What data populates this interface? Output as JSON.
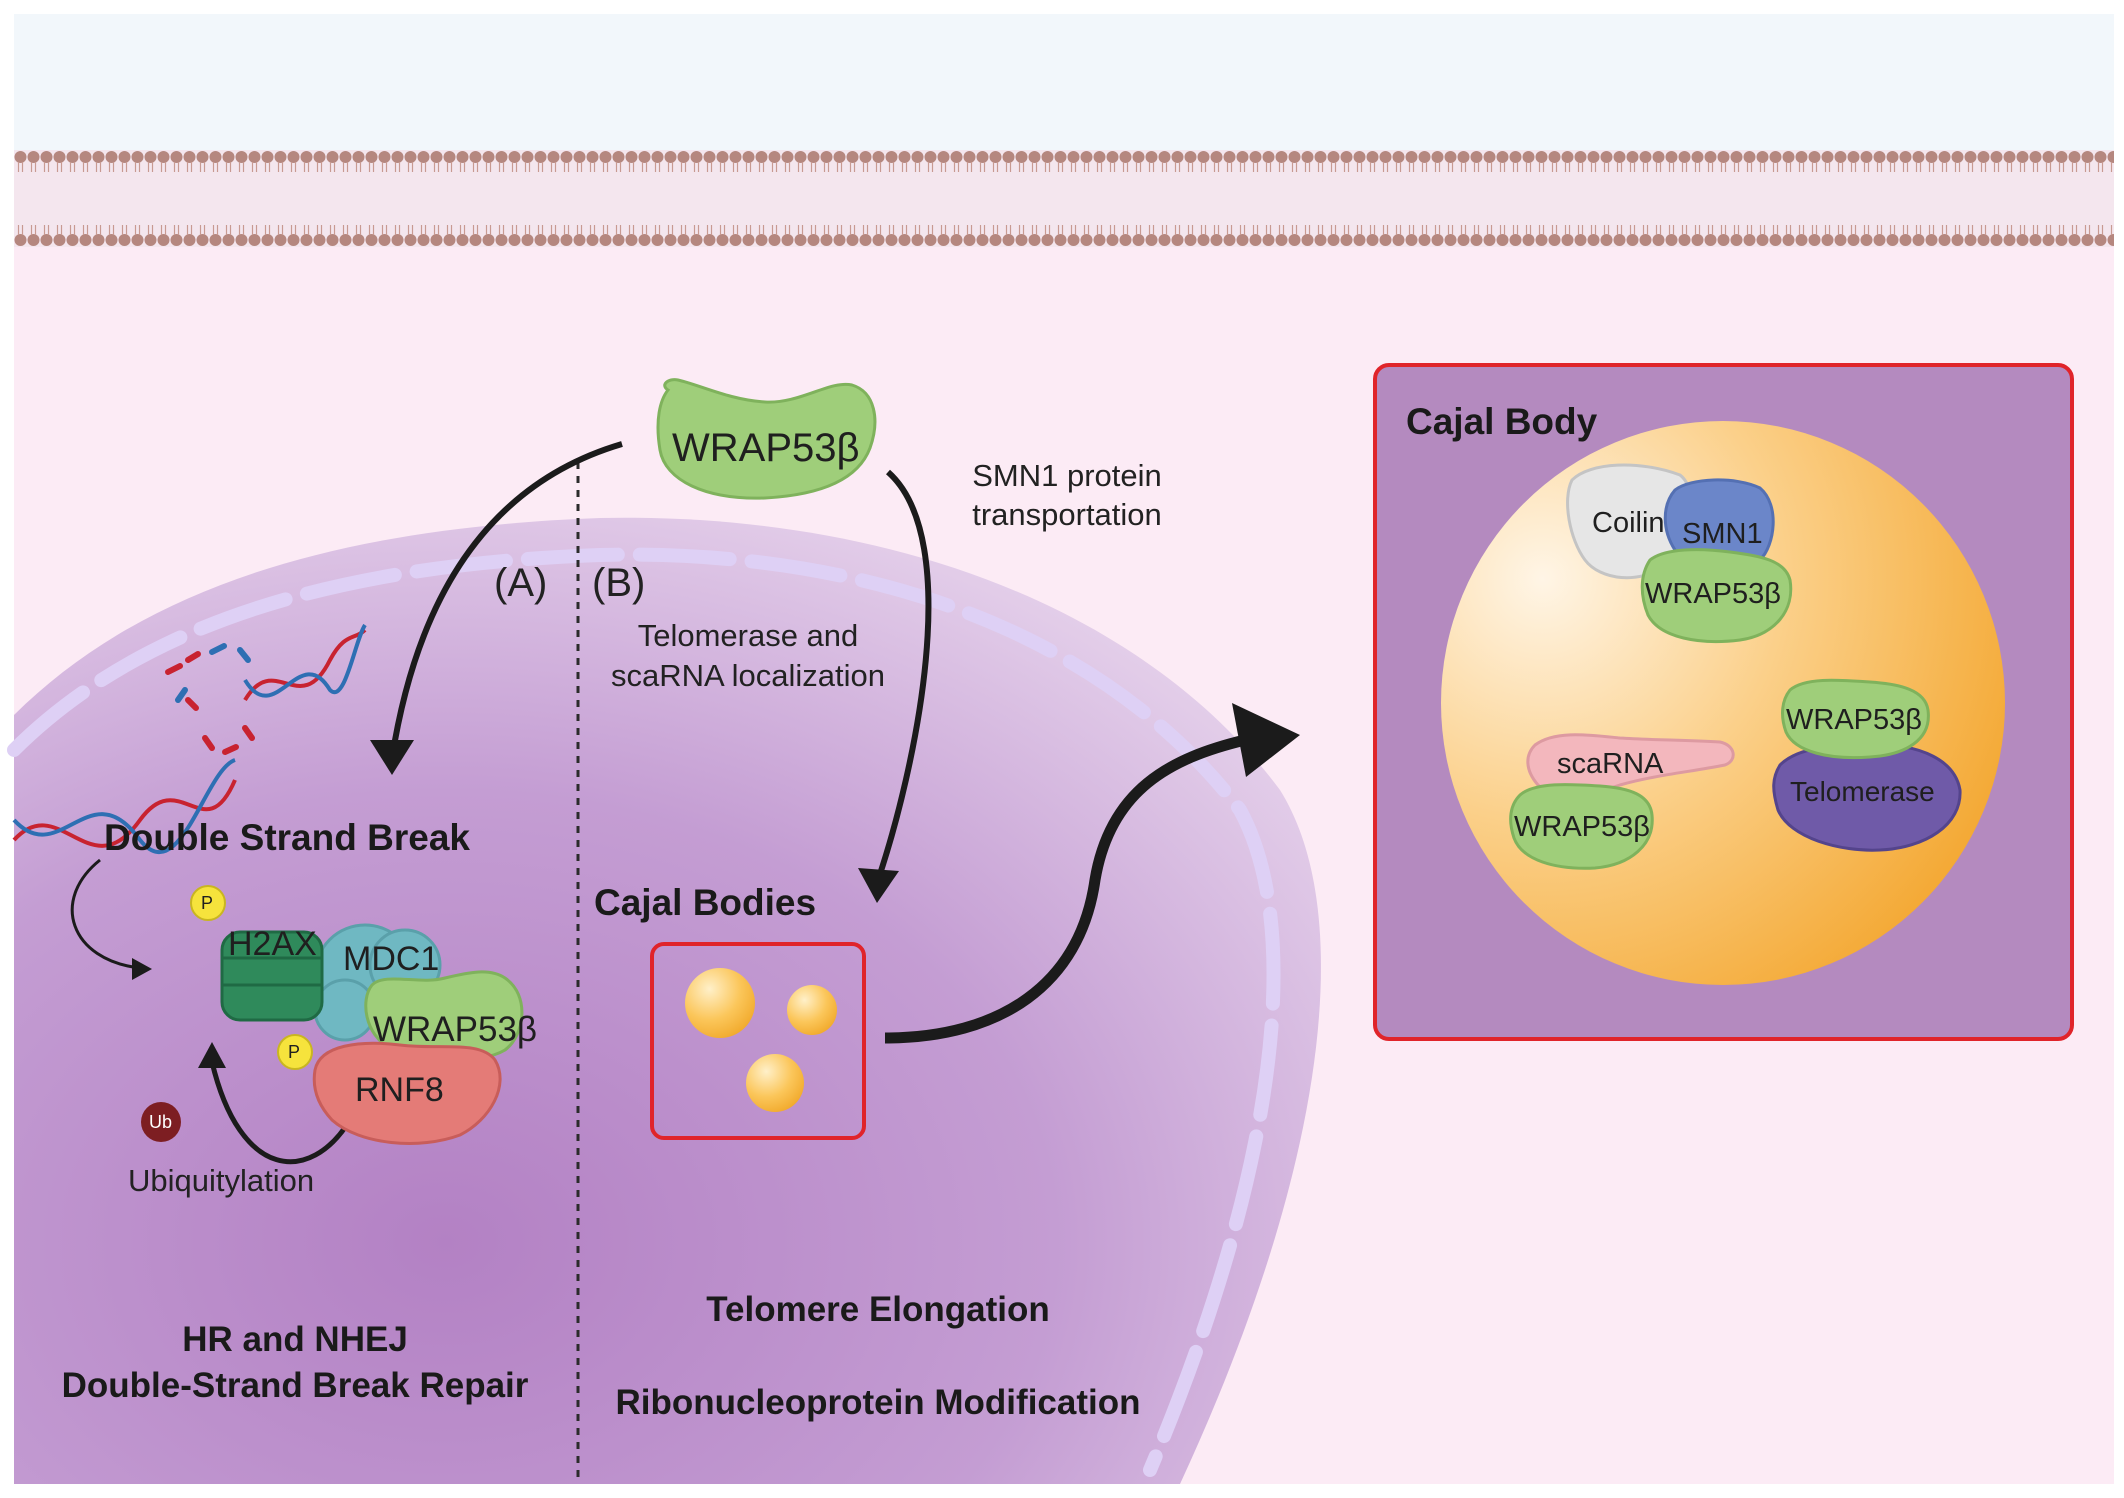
{
  "top_protein": "WRAP53β",
  "pathway_a": {
    "marker": "(A)",
    "dsb_title": "Double Strand Break",
    "h2ax": "H2AX",
    "mdc1": "MDC1",
    "wrap": "WRAP53β",
    "rnf8": "RNF8",
    "phospho_label": "P",
    "ub_label": "Ub",
    "ubiquitylation": "Ubiquitylation",
    "outcome_line1": "HR and NHEJ",
    "outcome_line2": "Double-Strand Break Repair"
  },
  "pathway_b": {
    "marker": "(B)",
    "localization_line1": "Telomerase and",
    "localization_line2": "scaRNA localization",
    "smn1_line1": "SMN1 protein",
    "smn1_line2": "transportation",
    "cajal_bodies_title": "Cajal Bodies",
    "outcome_line1": "Telomere Elongation",
    "outcome_line2": "Ribonucleoprotein Modification"
  },
  "cajal_body_panel": {
    "title": "Cajal Body",
    "coilin": "Coilin",
    "smn1": "SMN1",
    "wrap_1": "WRAP53β",
    "wrap_2": "WRAP53β",
    "telomerase": "Telomerase",
    "scarna": "scaRNA",
    "wrap_3": "WRAP53β"
  },
  "colors": {
    "background": "#fcebf5",
    "membrane": "#b5877f",
    "nucleus": "#b98bc7",
    "wrap53b": "#9fce7a",
    "mdc1": "#6fb8c2",
    "rnf8": "#e47b77",
    "h2ax": "#2f8a5b",
    "phospho": "#f6e33c",
    "ubiquitin": "#7d1e22",
    "coilin": "#e6e6e6",
    "smn1": "#6b86c9",
    "telomerase": "#6f5aa8",
    "scarna": "#f3b7bd",
    "cajal_sphere": "#f6b63e",
    "highlight_box": "#e0242a",
    "panel_bg": "#b48abf"
  }
}
